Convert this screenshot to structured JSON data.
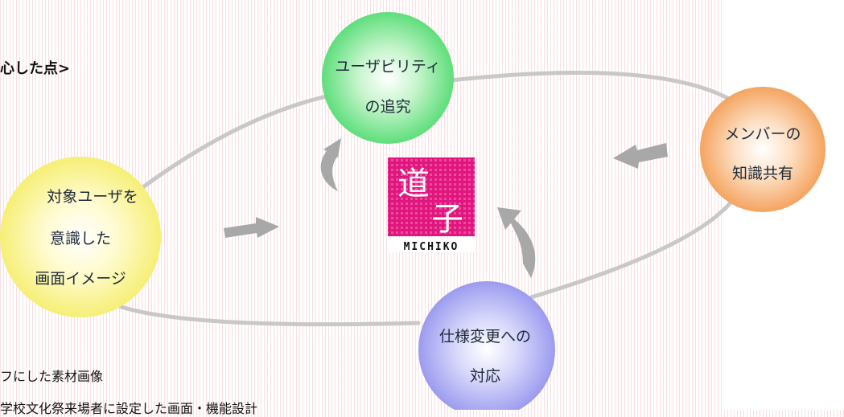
{
  "heading": "心した点>",
  "notes": [
    "フにした素材画像",
    "学校文化祭来場者に設定した画面・機能設計"
  ],
  "nodes": {
    "usability": {
      "lines": [
        "ユーザビリティ",
        "の追究"
      ],
      "color": "#6fe08a"
    },
    "knowledge": {
      "lines": [
        "メンバーの",
        "知識共有"
      ],
      "color": "#f5a765"
    },
    "target": {
      "lines": [
        "対象ユーザを",
        "意識した",
        "画面イメージ"
      ],
      "color": "#f7f27e"
    },
    "spec": {
      "lines": [
        "仕様変更への",
        "対応"
      ],
      "color": "#9d9cf0"
    }
  },
  "logo": {
    "kanji_top": "道",
    "kanji_bottom": "子",
    "text": "MICHIKO",
    "bg_color": "#e0157d"
  }
}
